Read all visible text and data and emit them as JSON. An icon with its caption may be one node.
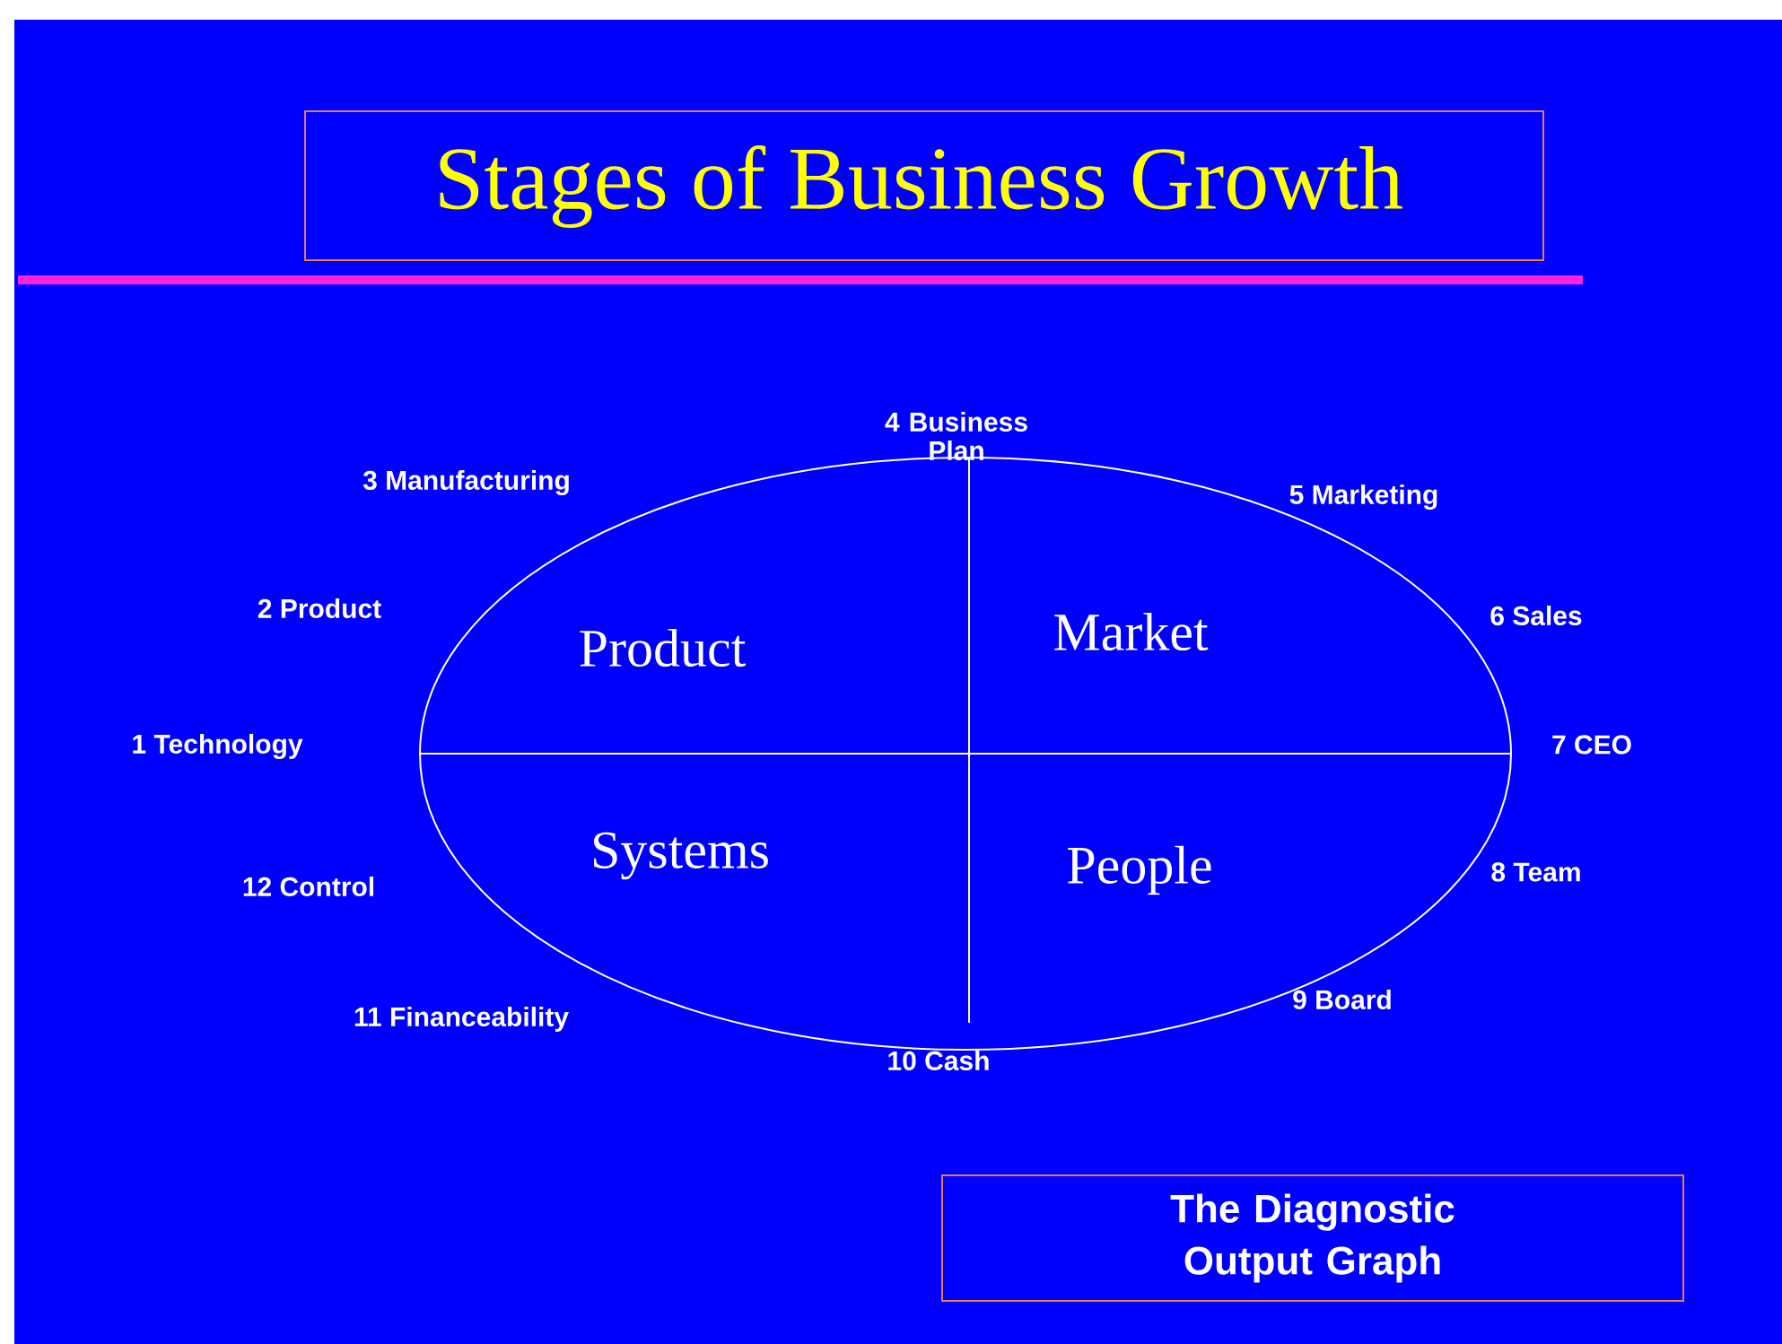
{
  "diagram": {
    "title": "Stages of Business Growth",
    "nodes": [
      {
        "text": [
          "The Diagnostic Output Graph"
        ]
      }
    ],
    "labels": [
      "4 Business Plan",
      "3 Manufacturing",
      "5 Marketing",
      "2 Product",
      "6 Sales",
      "Product",
      "Market",
      "1 Technology",
      "7 CEO",
      "Systems",
      "People",
      "12 Control",
      "8 Team",
      "9 Board",
      "11 Financeability",
      "10 Cash"
    ]
  }
}
